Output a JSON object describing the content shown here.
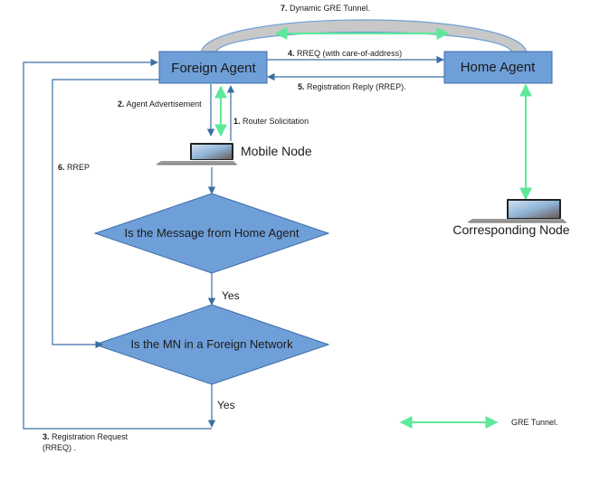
{
  "nodes": {
    "foreign_agent": "Foreign Agent",
    "home_agent": "Home Agent",
    "mobile_node": "Mobile Node",
    "corresponding_node": "Corresponding Node"
  },
  "decisions": {
    "from_home_agent": "Is the Message from Home Agent",
    "in_foreign_network": "Is the MN in a Foreign Network"
  },
  "yes_labels": [
    "Yes",
    "Yes"
  ],
  "steps": {
    "s1": {
      "num": "1.",
      "text": "Router Solicitation"
    },
    "s2": {
      "num": "2.",
      "text": "Agent Advertisement"
    },
    "s3_line1": {
      "num": "3.",
      "text": "Registration Request"
    },
    "s3_line2": "(RREQ) .",
    "s4": {
      "num": "4.",
      "text": "RREQ (with care-of-address)"
    },
    "s5": {
      "num": "5.",
      "text": "Registration Reply (RREP)."
    },
    "s6": {
      "num": "6.",
      "text": "RREP"
    },
    "s7": {
      "num": "7.",
      "text": "Dynamic GRE Tunnel."
    }
  },
  "legend": {
    "gre_tunnel": "GRE Tunnel."
  },
  "colors": {
    "box_fill": "#6f9fd8",
    "box_stroke": "#3c6ea8",
    "arrow_blue": "#3a6fa5",
    "arrow_green": "#5de89a",
    "tunnel_fill": "#c8c8c8",
    "tunnel_stroke": "#6f9fd8"
  }
}
